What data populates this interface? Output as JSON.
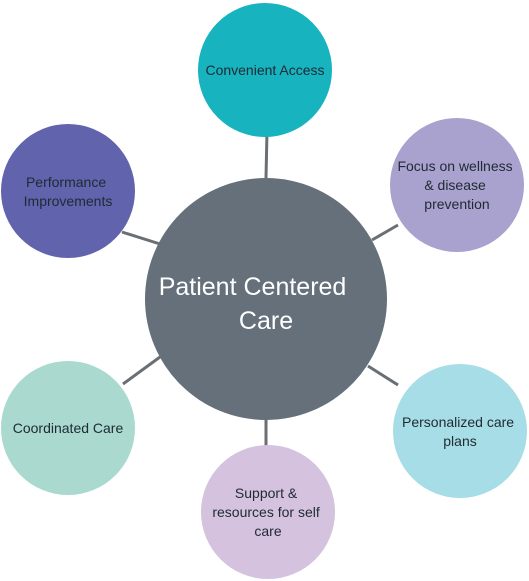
{
  "center": {
    "label_lines": [
      "Patient Centered",
      "Care"
    ],
    "color": "#65707a"
  },
  "satellites": [
    {
      "id": "convenient-access",
      "label_lines": [
        "Convenient Access"
      ],
      "color": "#17b3bf"
    },
    {
      "id": "focus-on-wellness",
      "label_lines": [
        "Focus on wellness",
        "& disease",
        "prevention"
      ],
      "color": "#a9a1ce"
    },
    {
      "id": "personalized-care-plans",
      "label_lines": [
        "Personalized care",
        "plans"
      ],
      "color": "#a7dde6"
    },
    {
      "id": "support-resources",
      "label_lines": [
        "Support &",
        "resources for self",
        "care"
      ],
      "color": "#d4c2de"
    },
    {
      "id": "coordinated-care",
      "label_lines": [
        "Coordinated Care"
      ],
      "color": "#a9d9cf"
    },
    {
      "id": "performance-improvements",
      "label_lines": [
        "Performance",
        "Improvements"
      ],
      "color": "#6163ad"
    }
  ],
  "connector_color": "#6a6f74"
}
